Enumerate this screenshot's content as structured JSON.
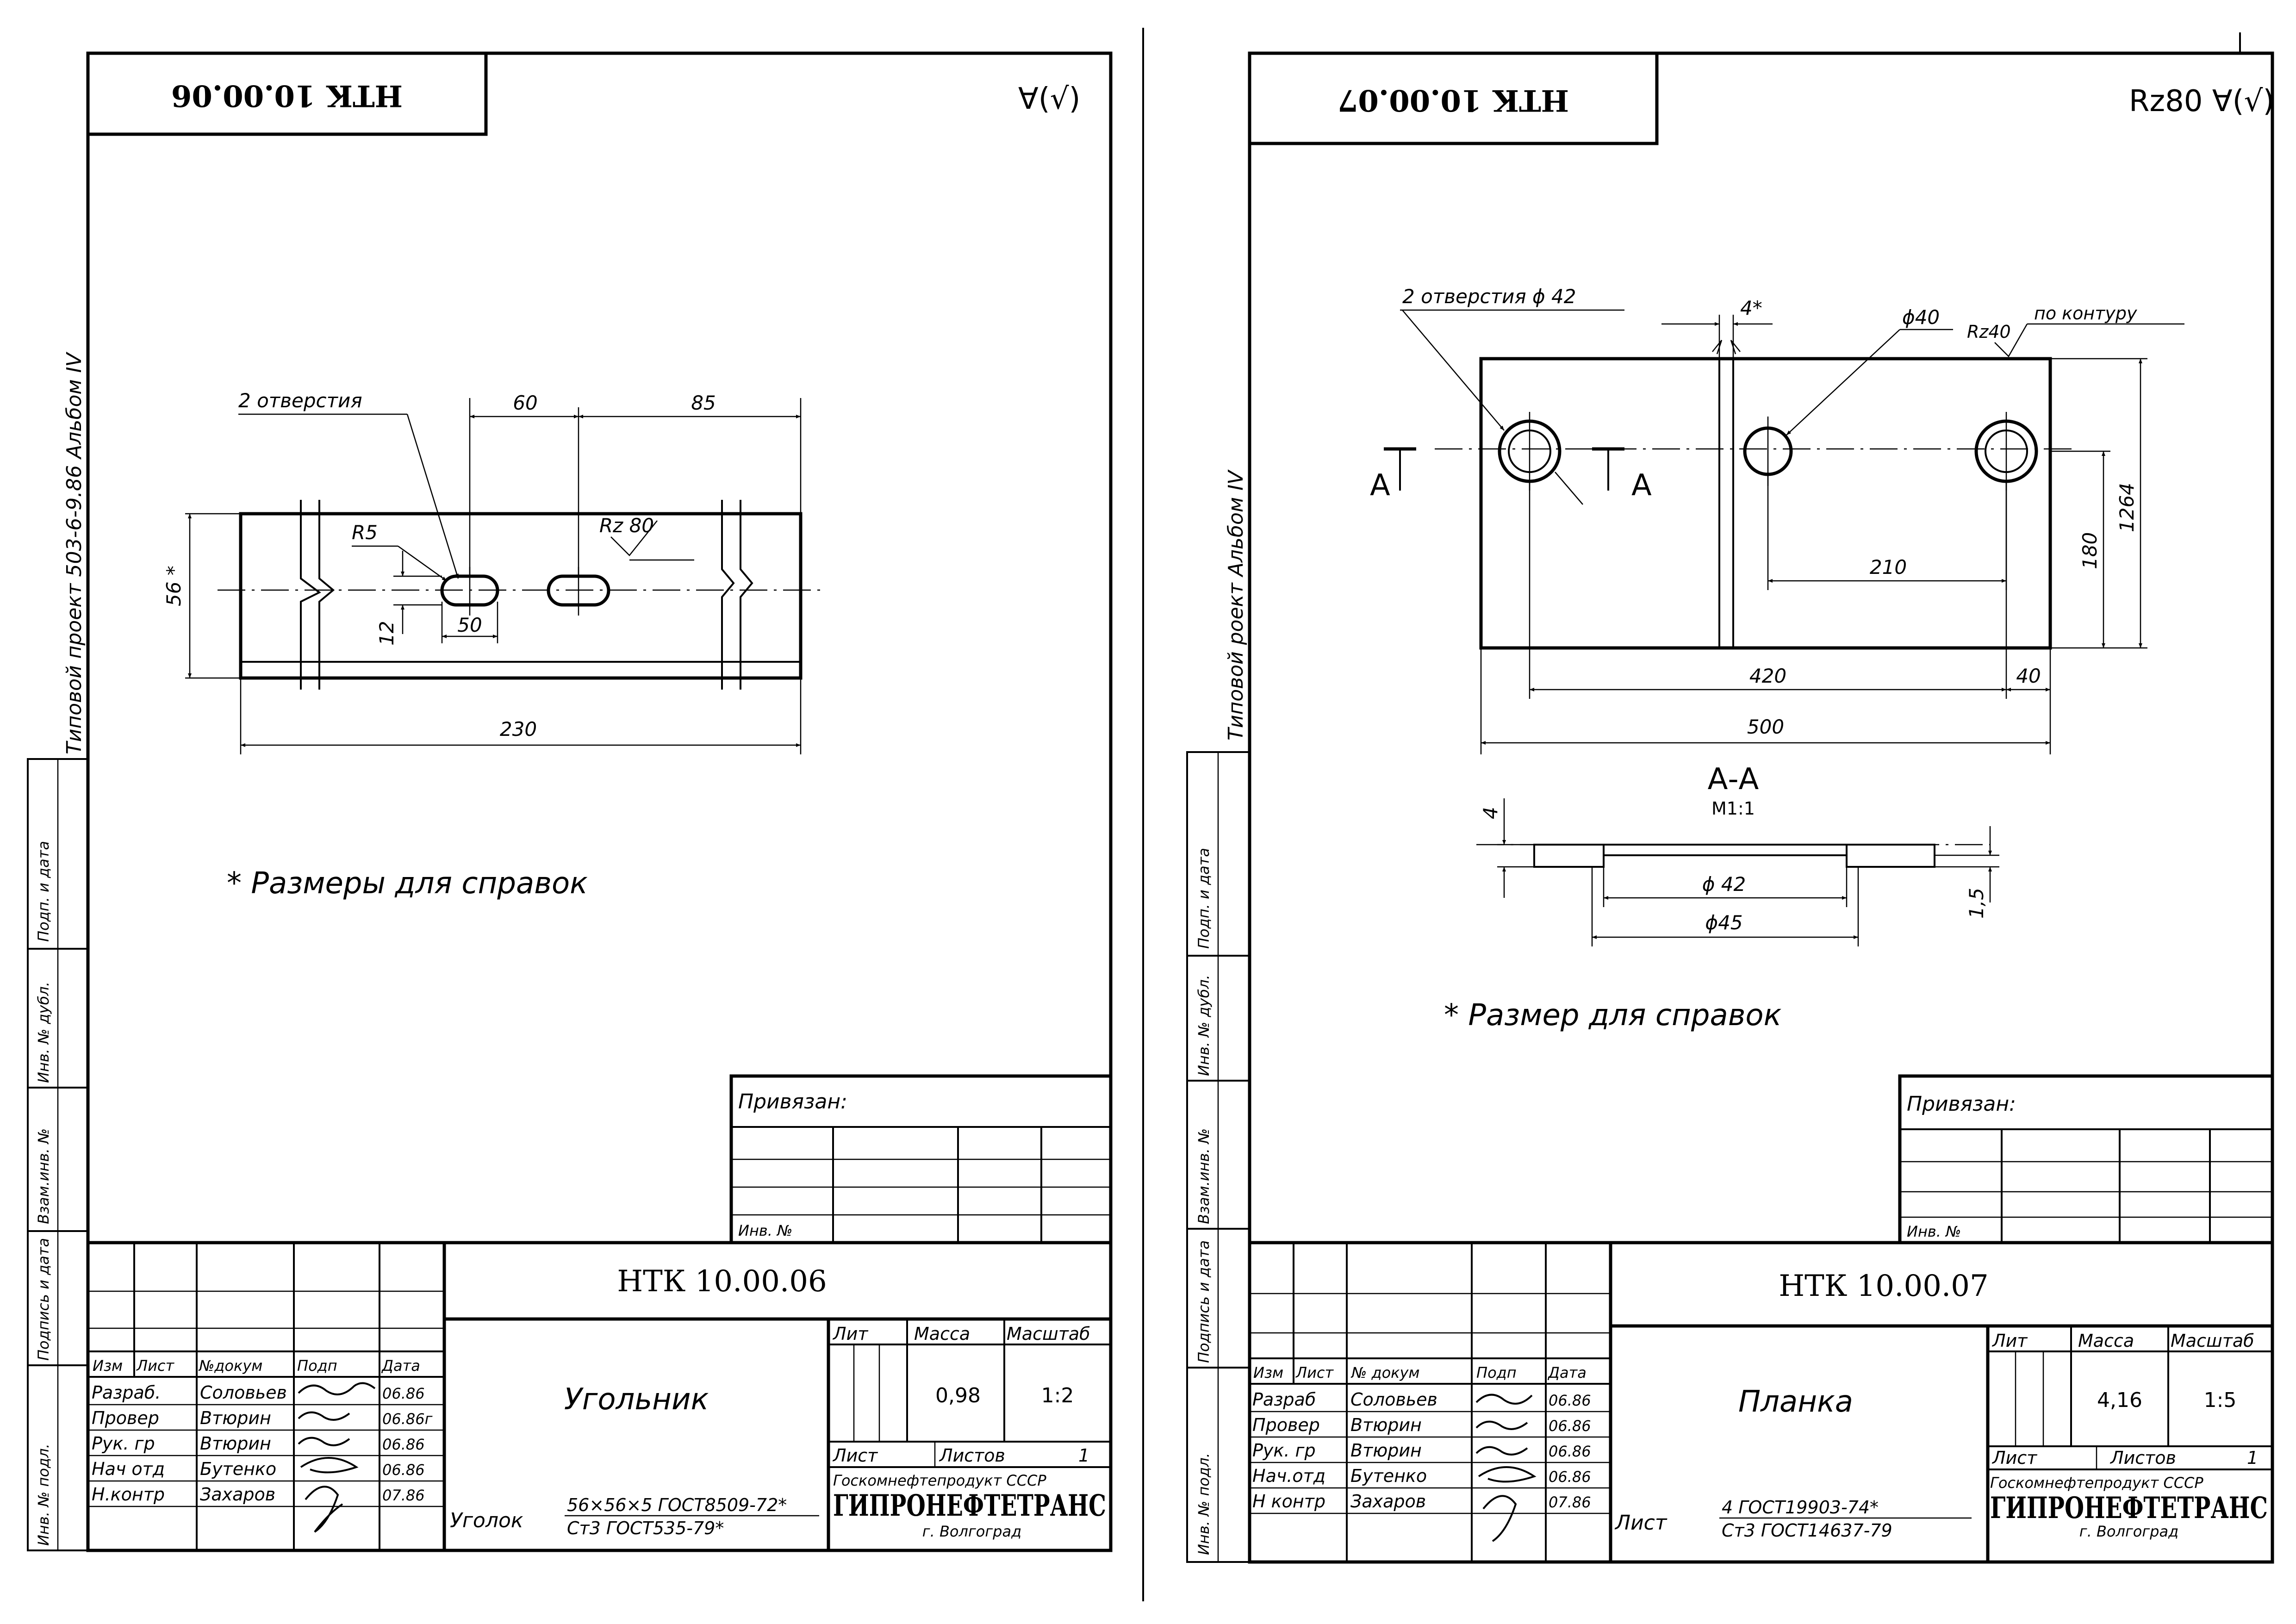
{
  "left_sheet": {
    "top_stamp": "НТК 10.00.06",
    "roughness": "∀(√)",
    "side_label": "Типовой проект 503-6-9.86 Альбом IV",
    "holes_label": "2 отверстия",
    "dims": {
      "d60": "60",
      "d85": "85",
      "d56": "56 *",
      "r5": "R5",
      "rz": "Rz 80",
      "d12": "12",
      "d50": "50",
      "d230": "230"
    },
    "note": "* Размеры для справок",
    "privyazan": "Привязан:",
    "inv_no": "Инв. №",
    "code": "НТК 10.00.06",
    "name": "Угольник",
    "header": {
      "izm": "Изм",
      "list": "Лист",
      "ndoc": "№докум",
      "podp": "Подп",
      "data": "Дата"
    },
    "rows": [
      {
        "role": "Разраб.",
        "name": "Соловьев",
        "date": "06.86"
      },
      {
        "role": "Провер",
        "name": "Втюрин",
        "date": "06.86г"
      },
      {
        "role": "Рук. гр",
        "name": "Втюрин",
        "date": "06.86"
      },
      {
        "role": "Нач отд",
        "name": "Бутенко",
        "date": "06.86"
      },
      {
        "role": "Н.контр",
        "name": "Захаров",
        "date": "07.86"
      }
    ],
    "lit": "Лит",
    "massa": "Масса",
    "masshtab": "Масштаб",
    "massa_val": "0,98",
    "masshtab_val": "1:2",
    "list_lbl": "Лист",
    "listov_lbl": "Листов",
    "listov_val": "1",
    "material_label": "Уголок",
    "material_top": "56×56×5 ГОСТ8509-72*",
    "material_bottom": "Ст3 ГОСТ535-79*",
    "org_top": "Госкомнефтепродукт СССР",
    "org_name": "ГИПРОНЕФТЕТРАНС",
    "org_city": "г. Волгоград",
    "sidebar": [
      "Инв. № подл.",
      "Подпись и дата",
      "Взам.инв. №",
      "Инв. № дубл.",
      "Подп. и дата"
    ]
  },
  "right_sheet": {
    "top_stamp": "НТК 10.00.07",
    "roughness": "Rz80 ∀(√)",
    "side_label": "Типовой роект Альбом IV",
    "holes_label": "2 отверстия ϕ 42",
    "dims": {
      "d4": "4*",
      "phi40": "ϕ40",
      "rz": "Rz40",
      "kontur": "по контуру",
      "d180": "180",
      "d1264": "1264",
      "d210": "210",
      "d420": "420",
      "d40": "40",
      "d500": "500",
      "sec_a": "A",
      "d4b": "4",
      "phi42": "ϕ 42",
      "phi45": "ϕ45",
      "d15": "1,5"
    },
    "section_title": "А-А",
    "section_scale": "М1:1",
    "note": "* Размер для справок",
    "privyazan": "Привязан:",
    "inv_no": "Инв. №",
    "code": "НТК 10.00.07",
    "name": "Планка",
    "header": {
      "izm": "Изм",
      "list": "Лист",
      "ndoc": "№ докум",
      "podp": "Подп",
      "data": "Дата"
    },
    "rows": [
      {
        "role": "Разраб",
        "name": "Соловьев",
        "date": "06.86"
      },
      {
        "role": "Провер",
        "name": "Втюрин",
        "date": "06.86"
      },
      {
        "role": "Рук. гр",
        "name": "Втюрин",
        "date": "06.86"
      },
      {
        "role": "Нач.отд",
        "name": "Бутенко",
        "date": "06.86"
      },
      {
        "role": "Н контр",
        "name": "Захаров",
        "date": "07.86"
      }
    ],
    "lit": "Лит",
    "massa": "Масса",
    "masshtab": "Масштаб",
    "massa_val": "4,16",
    "masshtab_val": "1:5",
    "list_lbl": "Лист",
    "listov_lbl": "Листов",
    "listov_val": "1",
    "material_label": "Лист",
    "material_top": "4 ГОСТ19903-74*",
    "material_bottom": "Ст3 ГОСТ14637-79",
    "org_top": "Госкомнефтепродукт СССР",
    "org_name": "ГИПРОНЕФТЕТРАНС",
    "org_city": "г. Волгоград",
    "sidebar": [
      "Инв. № подл.",
      "Подпись и дата",
      "Взам.инв. №",
      "Инв. № дубл.",
      "Подп. и дата"
    ]
  }
}
